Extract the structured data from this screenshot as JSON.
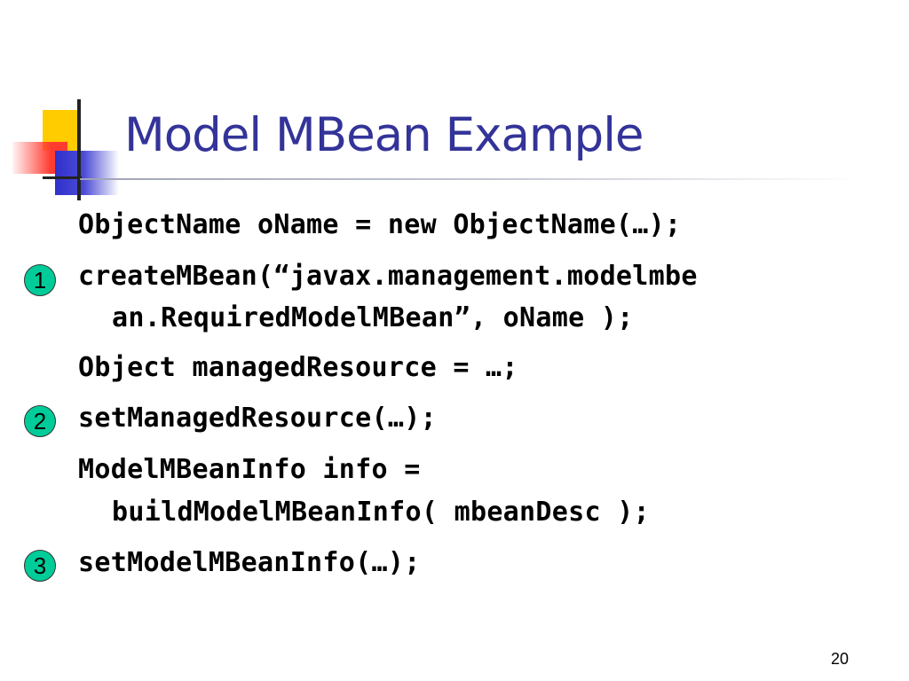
{
  "slide": {
    "title": "Model MBean Example",
    "page_number": "20",
    "colors": {
      "title": "#333399",
      "badge": "#00cc99",
      "accent_yellow": "#ffcc00",
      "accent_red": "#ff3b30",
      "accent_blue": "#3030cc"
    }
  },
  "code": {
    "line1": "ObjectName oName = new ObjectName(…);",
    "line2a": "createMBean(“javax.management.modelmbe",
    "line2b": "an.RequiredModelMBean”, oName );",
    "line3": "Object managedResource = …;",
    "line4": "setManagedResource(…);",
    "line5a": "ModelMBeanInfo info =",
    "line5b": "buildModelMBeanInfo( mbeanDesc );",
    "line6": "setModelMBeanInfo(…);"
  },
  "badges": {
    "b1": "1",
    "b2": "2",
    "b3": "3"
  }
}
